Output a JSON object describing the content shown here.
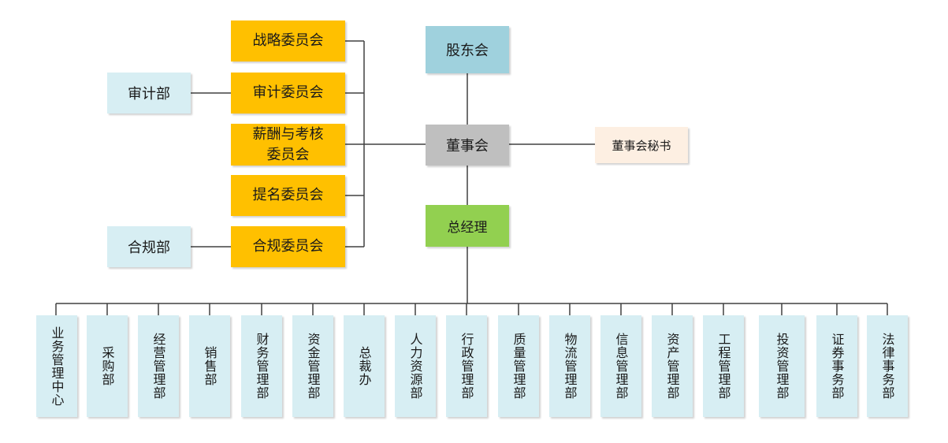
{
  "top": {
    "shareholders": "股东会",
    "board": "董事会",
    "secretary": "董事会秘书",
    "general_manager": "总经理"
  },
  "committees": {
    "strategy": "战略委员会",
    "audit": "审计委员会",
    "compensation": "薪酬与考核\n委员会",
    "nomination": "提名委员会",
    "compliance": "合规委员会"
  },
  "side": {
    "audit_dept": "审计部",
    "compliance_dept": "合规部"
  },
  "departments": [
    "业务管理中心",
    "采购部",
    "经营管理部",
    "销售部",
    "财务管理部",
    "资金管理部",
    "总裁办",
    "人力资源部",
    "行政管理部",
    "质量管理部",
    "物流管理部",
    "信息管理部",
    "资产管理部",
    "工程管理部",
    "投资管理部",
    "证券事务部",
    "法律事务部"
  ]
}
